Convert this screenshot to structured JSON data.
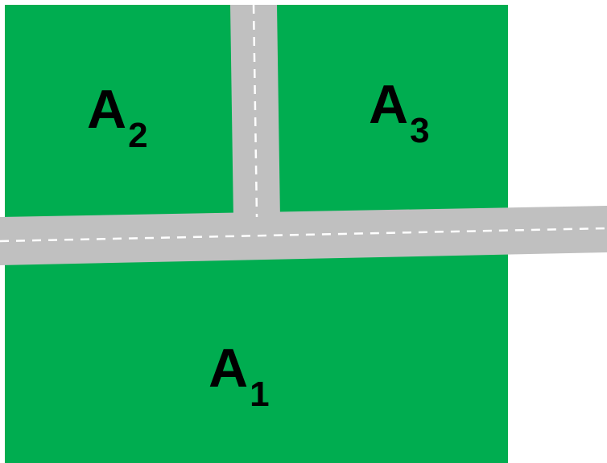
{
  "colors": {
    "land": "#00ad50",
    "road": "#c0c0c0",
    "lane_marking": "#ffffff",
    "label_text": "#000000",
    "background": "#ffffff"
  },
  "areas": [
    {
      "id": "A1",
      "letter": "A",
      "subscript": "1"
    },
    {
      "id": "A2",
      "letter": "A",
      "subscript": "2"
    },
    {
      "id": "A3",
      "letter": "A",
      "subscript": "3"
    }
  ]
}
